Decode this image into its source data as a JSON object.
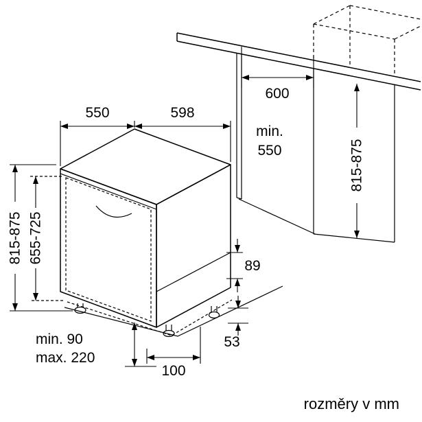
{
  "caption": "rozměry v mm",
  "dimensions": {
    "top_depth": "550",
    "top_width": "598",
    "niche_width": "600",
    "niche_depth_line1": "min.",
    "niche_depth_line2": "550",
    "appliance_height": "815-875",
    "door_panel_height": "655-725",
    "niche_height": "815-875",
    "rear_base_height": "89",
    "rear_foot_clearance": "53",
    "plinth_min": "min. 90",
    "plinth_max": "max. 220",
    "front_foot_depth": "100"
  }
}
